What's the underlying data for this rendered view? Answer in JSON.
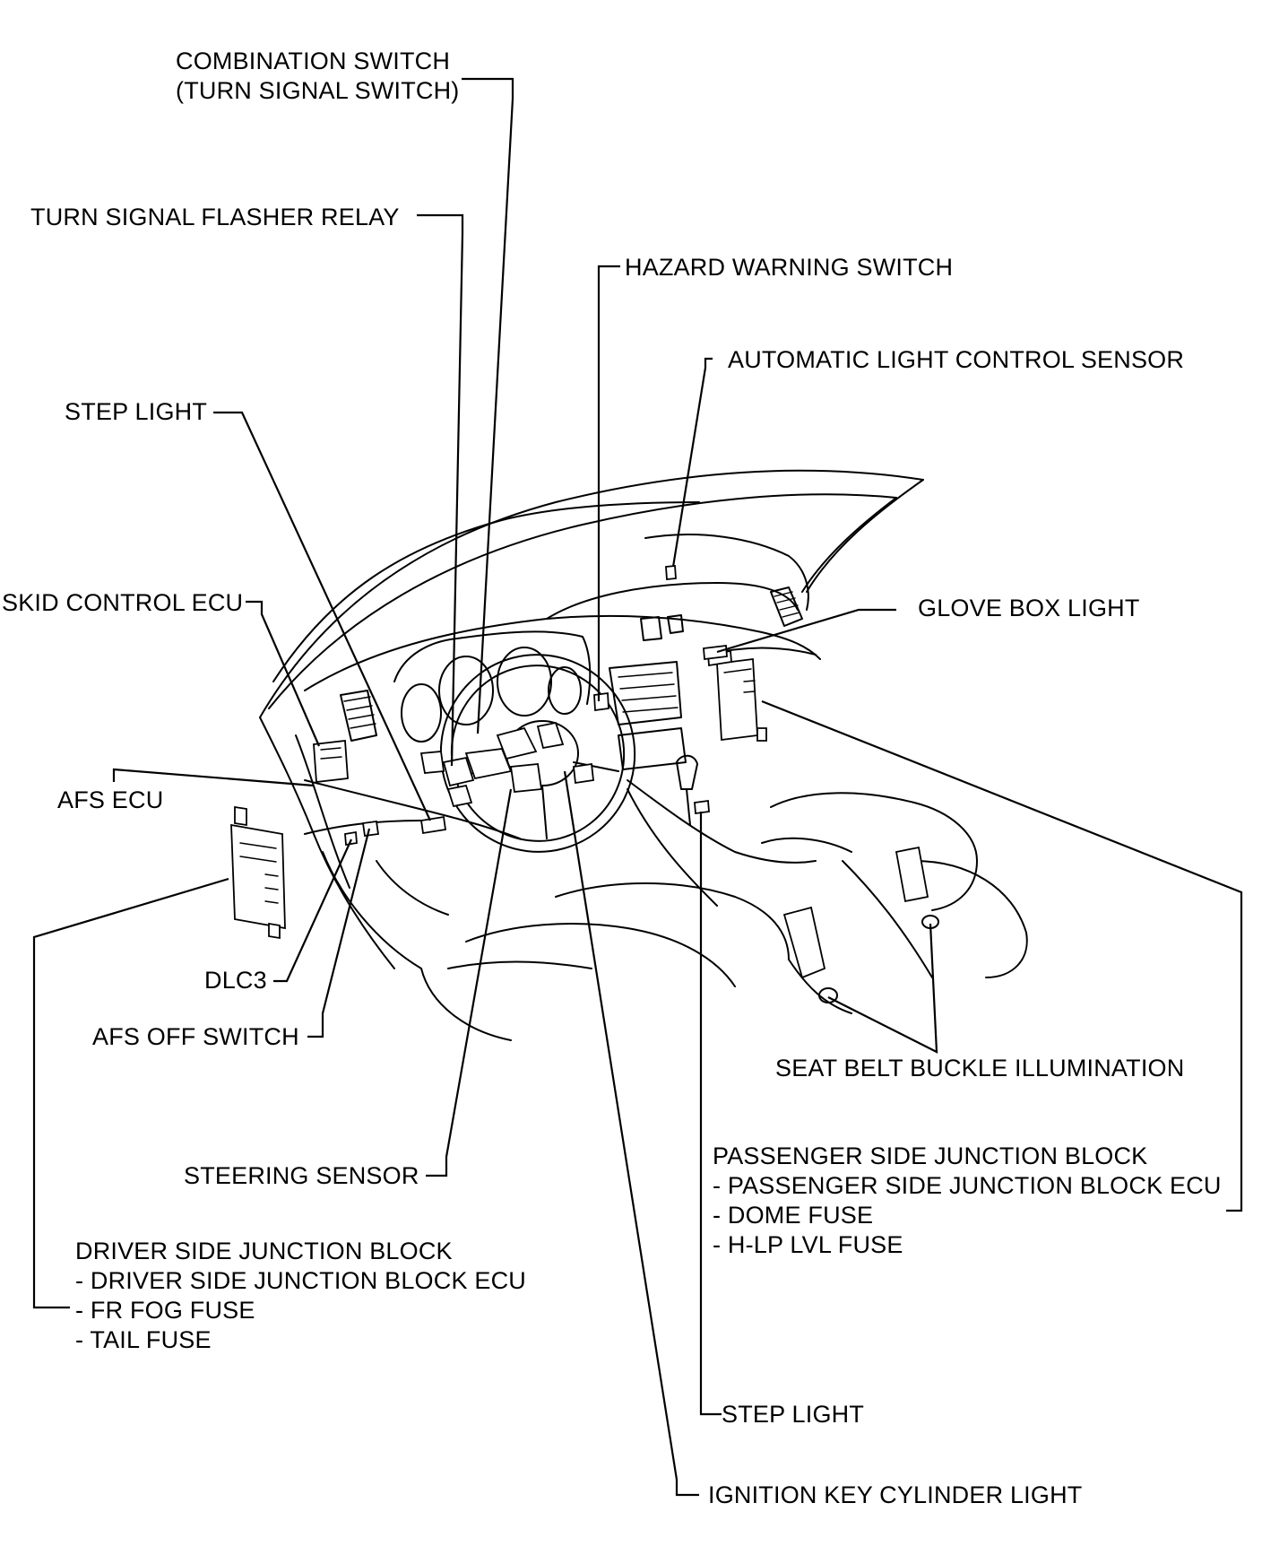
{
  "labels": {
    "combination_switch": [
      "COMBINATION SWITCH",
      "(TURN SIGNAL SWITCH)"
    ],
    "turn_signal_flasher_relay": "TURN SIGNAL FLASHER RELAY",
    "hazard_warning_switch": "HAZARD WARNING SWITCH",
    "automatic_light_control_sensor": "AUTOMATIC LIGHT CONTROL SENSOR",
    "step_light_upper": "STEP LIGHT",
    "skid_control_ecu": "SKID CONTROL ECU",
    "glove_box_light": "GLOVE BOX LIGHT",
    "afs_ecu": "AFS ECU",
    "dlc3": "DLC3",
    "afs_off_switch": "AFS OFF SWITCH",
    "seat_belt_buckle_illumination": "SEAT BELT BUCKLE ILLUMINATION",
    "passenger_side_junction_block": [
      "PASSENGER SIDE JUNCTION BLOCK",
      "- PASSENGER SIDE JUNCTION BLOCK ECU",
      "- DOME FUSE",
      "- H-LP LVL FUSE"
    ],
    "steering_sensor": "STEERING SENSOR",
    "driver_side_junction_block": [
      "DRIVER SIDE JUNCTION BLOCK",
      "- DRIVER SIDE JUNCTION BLOCK ECU",
      "- FR FOG FUSE",
      "- TAIL FUSE"
    ],
    "step_light_lower": "STEP LIGHT",
    "ignition_key_cylinder_light": "IGNITION KEY CYLINDER LIGHT"
  }
}
